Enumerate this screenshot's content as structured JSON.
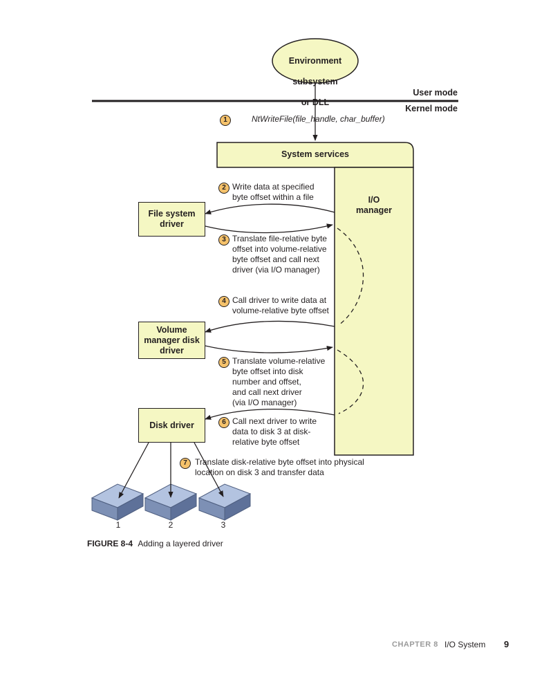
{
  "env": {
    "line1": "Environment",
    "line2": "subsystem",
    "line3": "or DLL"
  },
  "modes": {
    "user": "User mode",
    "kernel": "Kernel mode"
  },
  "call": "NtWriteFile(file_handle, char_buffer)",
  "system_services": "System services",
  "io_manager": "I/O\nmanager",
  "drivers": {
    "file_system": "File system\ndriver",
    "volume_manager": "Volume\nmanager disk\ndriver",
    "disk": "Disk driver"
  },
  "steps": [
    {
      "num": "1",
      "text": ""
    },
    {
      "num": "2",
      "text": "Write data at specified\nbyte offset within a file"
    },
    {
      "num": "3",
      "text": "Translate file-relative byte\noffset into volume-relative\nbyte offset and call next\ndriver (via I/O manager)"
    },
    {
      "num": "4",
      "text": "Call driver to write data at\nvolume-relative byte offset"
    },
    {
      "num": "5",
      "text": "Translate volume-relative\nbyte offset into disk\nnumber and offset,\nand call next driver\n(via I/O manager)"
    },
    {
      "num": "6",
      "text": "Call next driver to write\ndata to disk 3 at disk-\nrelative byte offset"
    },
    {
      "num": "7",
      "text": "Translate disk-relative byte offset into physical\nlocation on disk 3 and transfer data"
    }
  ],
  "disks": [
    "1",
    "2",
    "3"
  ],
  "caption": {
    "figure": "FIGURE 8-4",
    "text": "Adding a layered driver"
  },
  "footer": {
    "chapter": "CHAPTER 8",
    "title": "I/O System",
    "page": "9"
  },
  "colors": {
    "box_fill": "#f5f7c3",
    "badge_fill": "#f5c26b",
    "disk_fill": "#8ea3c8",
    "chapter_gray": "#9b9b9b"
  }
}
